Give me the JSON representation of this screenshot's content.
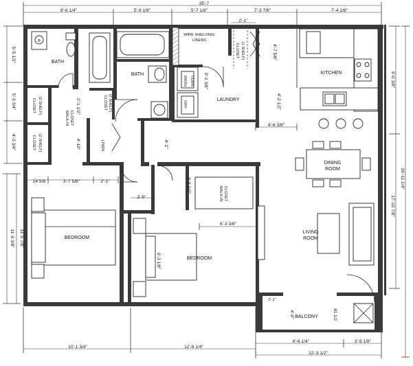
{
  "rooms": {
    "bath1": "BATH",
    "bath2": "BATH",
    "laundry": "LAUNDRY",
    "kitchen": "KITCHEN",
    "dining_1": "DINING",
    "dining_2": "ROOM",
    "living_1": "LIVING",
    "living_2": "ROOM",
    "bedroom1": "BEDROOM",
    "bedroom2": "BEDROOM",
    "balcony": "BALCONY",
    "walkin_closet_1": "WALK-IN",
    "walkin_closet_2": "CLOSET",
    "walkin2_1": "WALK-IN",
    "walkin2_2": "CLOSET",
    "closet2shelf_1": "CLOSET",
    "closet2shelf_2": "(2 SHELF)",
    "closet2shelf_3": "CLOSET",
    "closet2shelf_4": "(2 SHELF)",
    "closet2shelf_5": "CLOSET",
    "closet2shelf_6": "(2 SHELF)",
    "closet1shelf_1": "CLOSET",
    "closet1shelf_2": "(1 SHELF)",
    "linen": "LINEN",
    "wire_shelving_1": "WIRE SHELVING/",
    "wire_shelving_2": "LINENS",
    "furnace": "FURN",
    "washer": "WASH",
    "dryer": "DRY"
  },
  "dimensions": {
    "top_overall": "35'-7",
    "top_a": "8'-6 1/4\"",
    "top_b": "5'-9 1/8\"",
    "top_c": "5'-7 1/8\"",
    "top_d": "7'-3 7/8\"",
    "top_e": "7'-4 1/8\"",
    "top_small": "2'-1\"",
    "left_a": "5'-5 1/2\"",
    "left_b": "5'-3 3/4\"",
    "left_c": "4'-3 3/4\"",
    "left_d": "11'-5 7/8\"",
    "left_e": "11'-6 3/8\"",
    "right_overall": "26'-11 1/4\"",
    "right_a": "9'-0 3/8\"",
    "right_b": "17'-10 7/8\"",
    "laundry_v1": "9'-1 3/8\"",
    "laundry_v2": "4'-2 1/2\"",
    "closet_v1": "4'-7 5/8\"",
    "laundry_w": "4'-6 3/8\"",
    "hall_a": "24 5/8",
    "hall_b": "3'-7 5/8\"",
    "hall_c": "2'-1\"",
    "hall_d": "2'-5\"",
    "hall_v1": "2'-1 1/2\"",
    "hall_v2": "4'-10\"",
    "hall_v3": "4'-1\"",
    "walkin2_w": "6'-3 3/8\"",
    "walkin2_v": "4'-8 1/2\"",
    "bed2_v": "9'-3 1/8\"",
    "bottom_a": "10'-1 3/4\"",
    "bottom_b": "12'-6 1/4\"",
    "bottom_c": "8'-6 1/4\"",
    "bottom_d": "3'-9 1/8\"",
    "bottom_e": "12'-3 1/2\"",
    "balcony_v1": "4'-0\"",
    "balcony_v2": "41 1/2",
    "small_note": "2'-1\""
  }
}
